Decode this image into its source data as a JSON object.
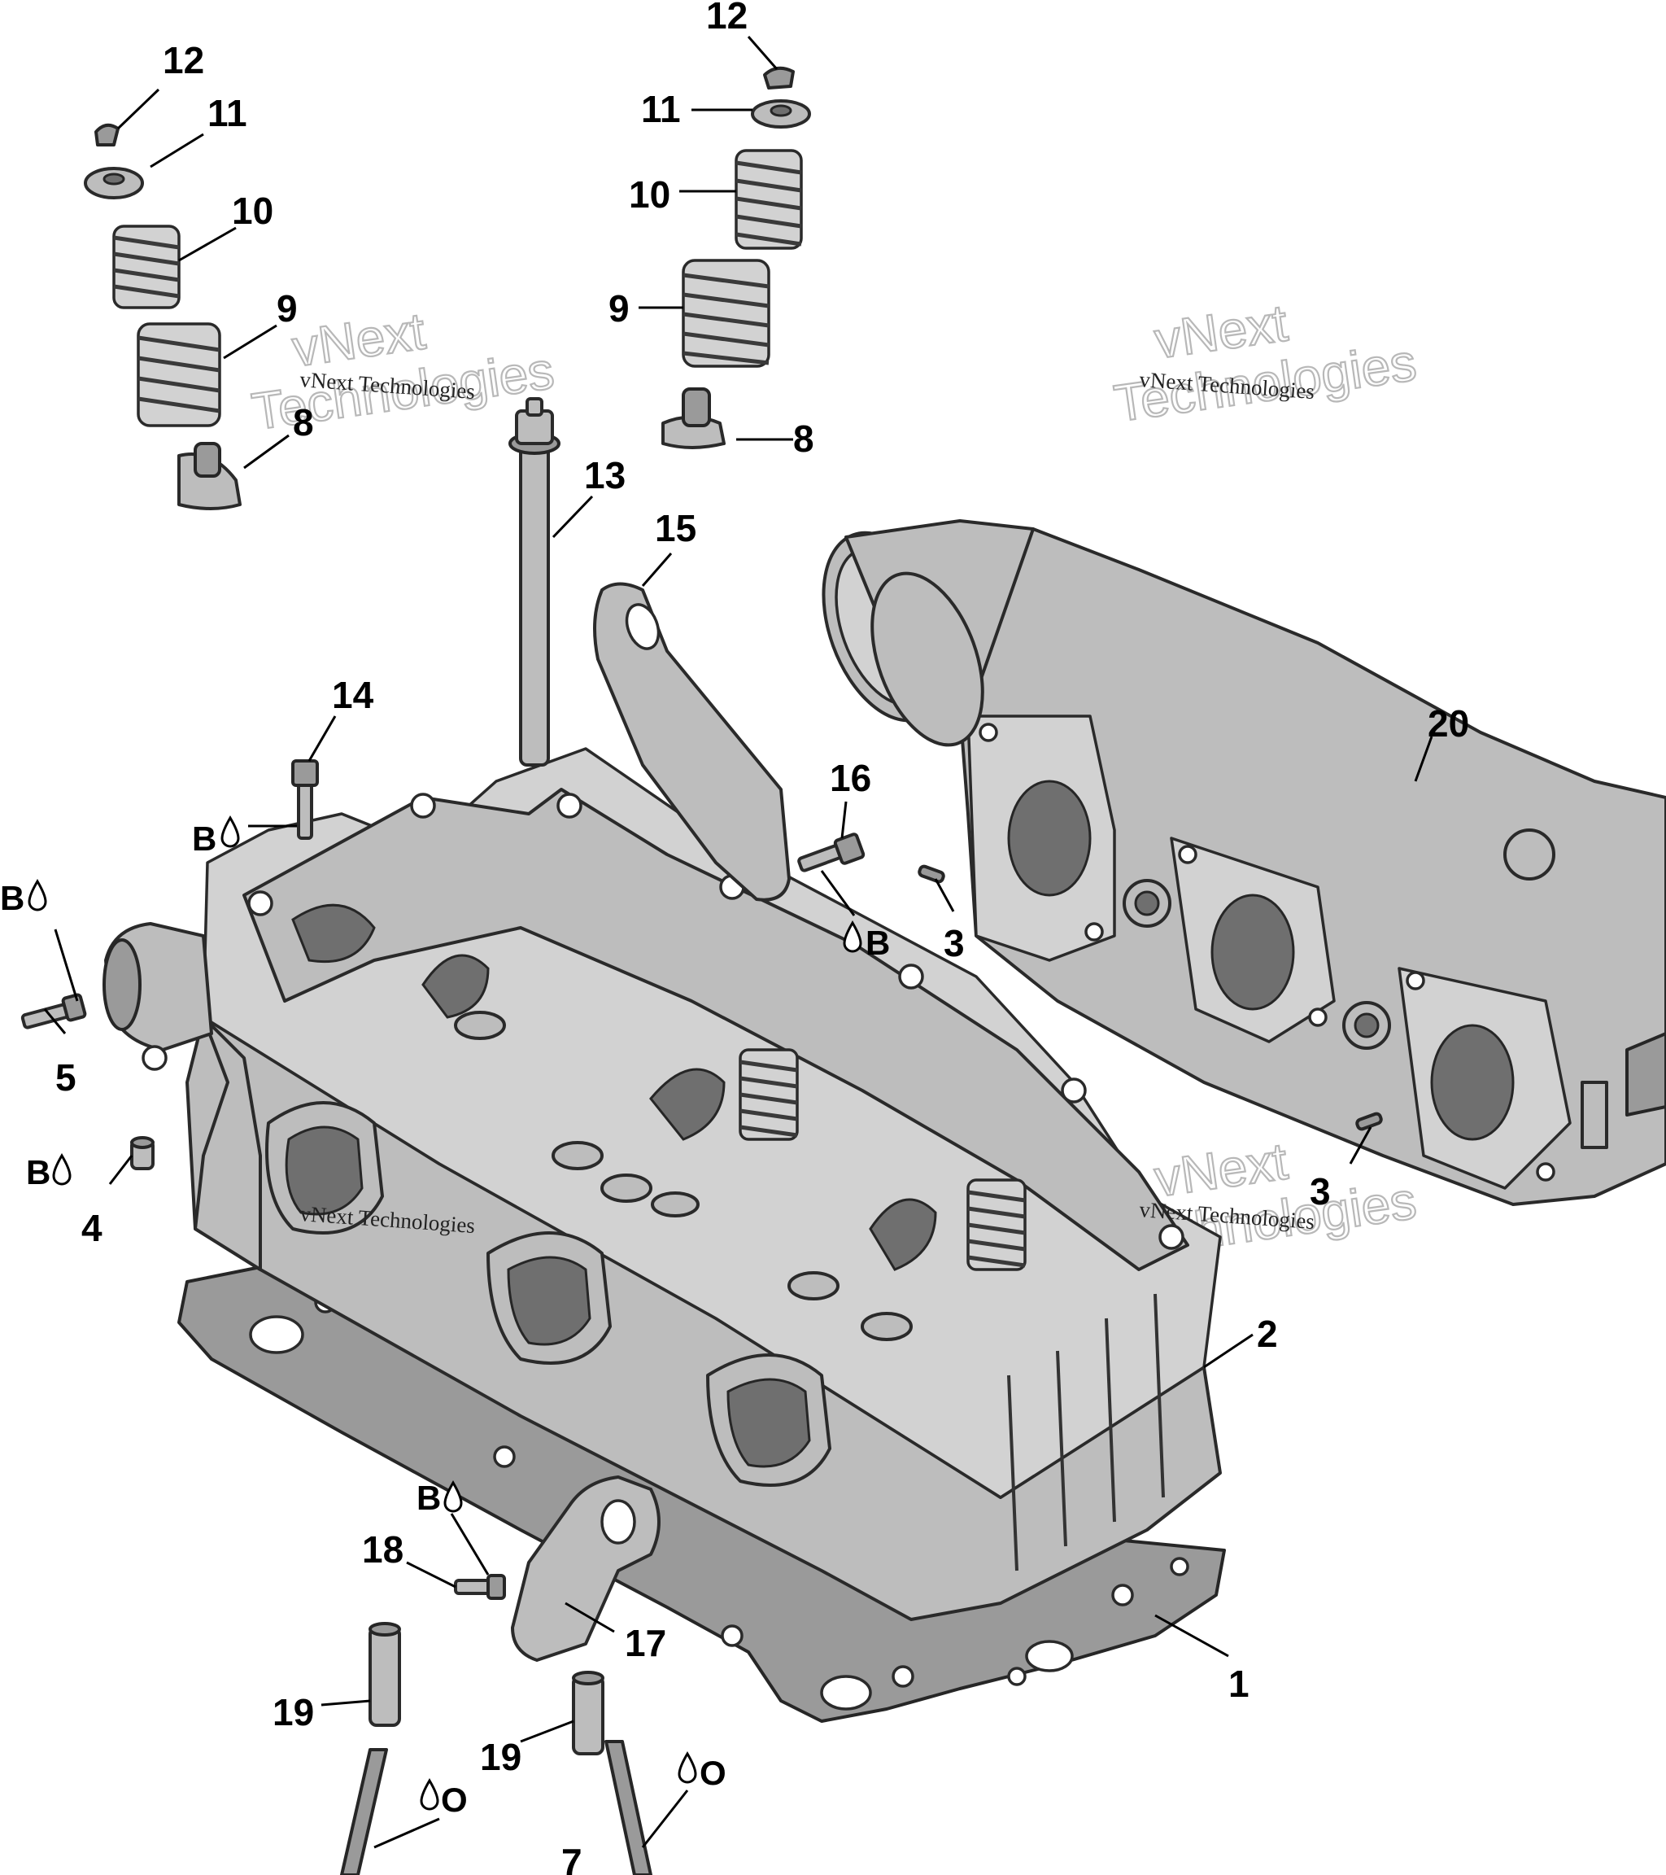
{
  "watermark": {
    "line1": "vNext",
    "line2": "Technologies",
    "small": "vNext Technologies"
  },
  "callouts": {
    "c1": "1",
    "c2": "2",
    "c3a": "3",
    "c3b": "3",
    "c4": "4",
    "c5": "5",
    "c7": "7",
    "c8a": "8",
    "c8b": "8",
    "c9a": "9",
    "c9b": "9",
    "c10a": "10",
    "c10b": "10",
    "c11a": "11",
    "c11b": "11",
    "c12a": "12",
    "c12b": "12",
    "c13": "13",
    "c14": "14",
    "c15": "15",
    "c16": "16",
    "c17": "17",
    "c18": "18",
    "c19a": "19",
    "c19b": "19",
    "c20": "20"
  },
  "lubricants": {
    "b": "B",
    "o": "O"
  }
}
